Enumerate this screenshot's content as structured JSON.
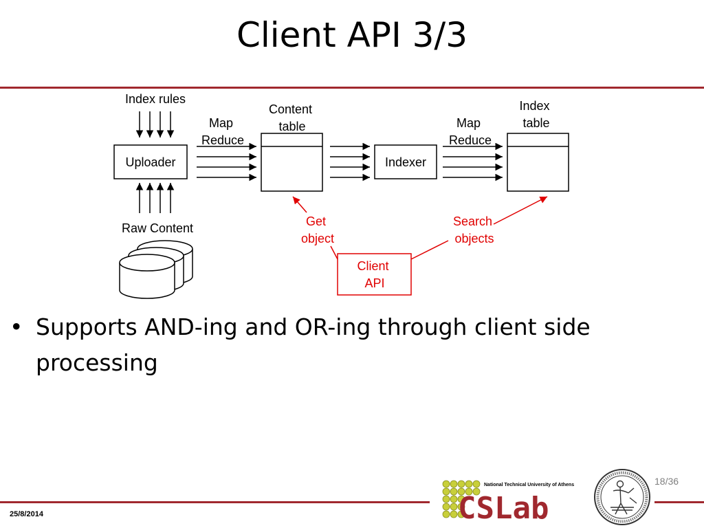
{
  "slide": {
    "title": "Client API 3/3",
    "bullet": "Supports AND-ing and OR-ing through client side processing",
    "date": "25/8/2014",
    "page": "18/36"
  },
  "diagram": {
    "index_rules": "Index rules",
    "uploader": "Uploader",
    "raw_content": "Raw Content",
    "map_reduce_1": [
      "Map",
      "Reduce"
    ],
    "content_table": [
      "Content",
      "table"
    ],
    "indexer": "Indexer",
    "map_reduce_2": [
      "Map",
      "Reduce"
    ],
    "index_table": [
      "Index",
      "table"
    ],
    "get_object": [
      "Get",
      "object"
    ],
    "search_objects": [
      "Search",
      "objects"
    ],
    "client_api": [
      "Client",
      "API"
    ]
  },
  "logo": {
    "university": "National Technical University of Athens",
    "lab": "CSLab"
  },
  "colors": {
    "accent": "#a0282e",
    "annotation": "#e00000",
    "logo_dots": "#c8cf3a"
  }
}
